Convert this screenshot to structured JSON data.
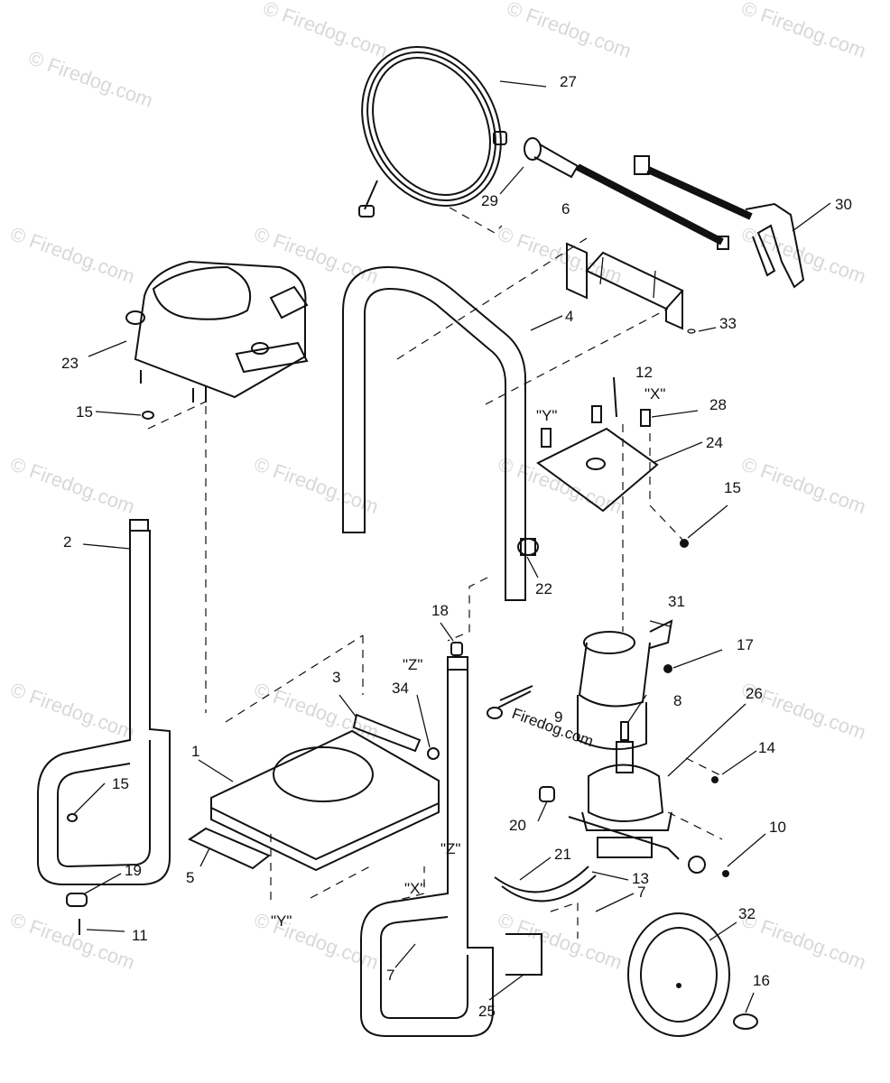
{
  "watermark": "© Firedog.com",
  "inline_mark": "Firedog.com",
  "callouts": {
    "c1": "1",
    "c2": "2",
    "c3": "3",
    "c4": "4",
    "c5": "5",
    "c6": "6",
    "c7a": "7",
    "c7b": "7",
    "c8": "8",
    "c9": "9",
    "c10": "10",
    "c11": "11",
    "c12": "12",
    "c13": "13",
    "c14": "14",
    "c15a": "15",
    "c15b": "15",
    "c15c": "15",
    "c16": "16",
    "c17": "17",
    "c18": "18",
    "c19": "19",
    "c20": "20",
    "c21": "21",
    "c22": "22",
    "c23": "23",
    "c24": "24",
    "c25": "25",
    "c26": "26",
    "c27": "27",
    "c28": "28",
    "c29": "29",
    "c30": "30",
    "c31": "31",
    "c32": "32",
    "c33": "33",
    "c34": "34"
  },
  "refs": {
    "x_top": "\"X\"",
    "y_top": "\"Y\"",
    "z_top": "\"Z\"",
    "z_bottom": "\"Z\"",
    "x_bottom": "\"X\"",
    "y_bottom": "\"Y\""
  }
}
